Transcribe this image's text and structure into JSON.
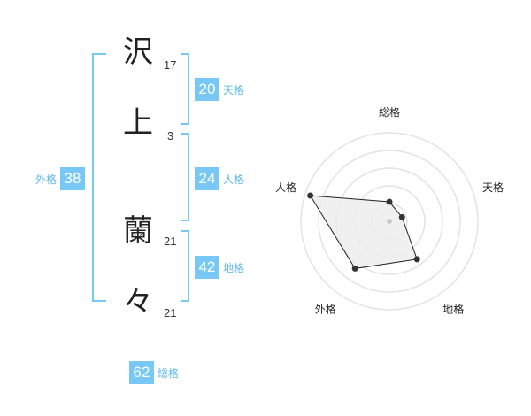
{
  "name": {
    "characters": [
      {
        "char": "沢",
        "strokes": "17"
      },
      {
        "char": "上",
        "strokes": "3"
      },
      {
        "char": "蘭",
        "strokes": "21"
      },
      {
        "char": "々",
        "strokes": "21"
      }
    ]
  },
  "scores": {
    "tenkaku": {
      "value": "20",
      "label": "天格"
    },
    "jinkaku": {
      "value": "24",
      "label": "人格"
    },
    "chikaku": {
      "value": "42",
      "label": "地格"
    },
    "gaikaku": {
      "value": "38",
      "label": "外格"
    },
    "soukaku": {
      "value": "62",
      "label": "総格"
    }
  },
  "radar": {
    "axes": [
      "総格",
      "天格",
      "地格",
      "外格",
      "人格"
    ],
    "levels": [
      0.22,
      0.15,
      0.53,
      0.66,
      0.94
    ],
    "colors": {
      "ring": "#e3e3e3",
      "fill": "#ececec",
      "line": "#222222",
      "point": "#333333",
      "center": "#c8c8c8"
    }
  },
  "colors": {
    "accent": "#78c8f5",
    "label": "#5cb8ee"
  }
}
